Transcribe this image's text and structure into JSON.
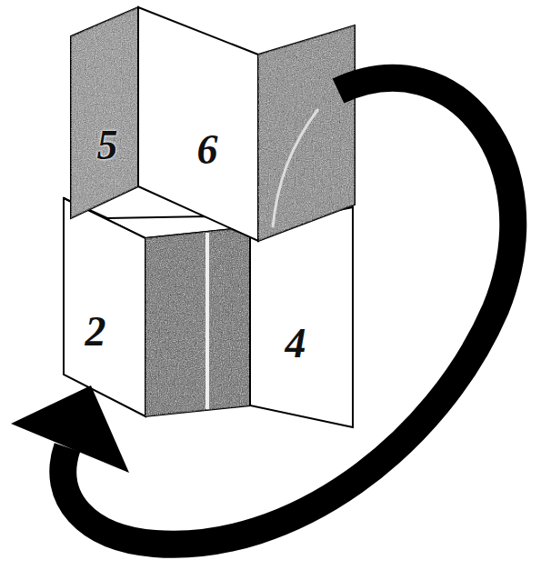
{
  "diagram": {
    "labels": [
      "5",
      "6",
      "2",
      "4"
    ]
  }
}
